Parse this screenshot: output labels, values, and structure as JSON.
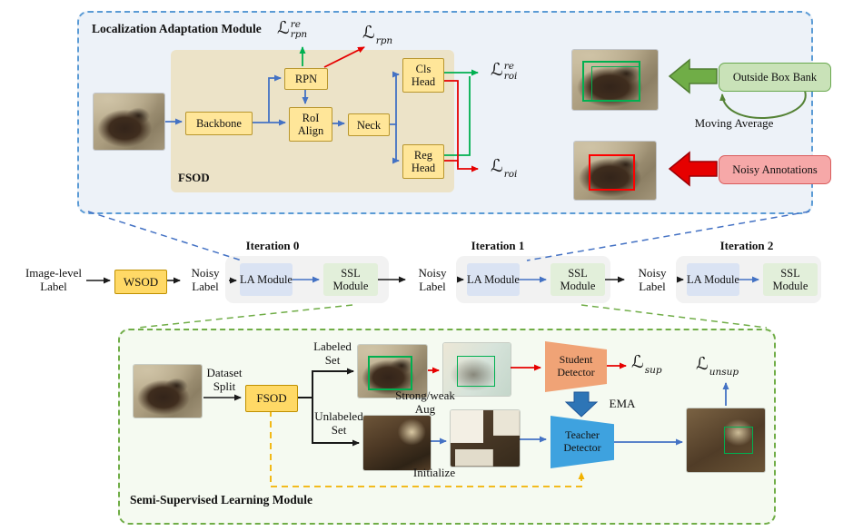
{
  "colors": {
    "arrow_blue": "#4472c4",
    "arrow_red": "#e60000",
    "arrow_green": "#00b050",
    "arrow_black": "#1a1a1a",
    "arrow_orange": "#f2b200",
    "panel_blue_border": "#5b9bd5",
    "panel_green_border": "#70ad47",
    "node_yellow": "#ffe699",
    "box_yellow": "#ffd966",
    "la_fill": "#dae3f3",
    "ssl_fill": "#e2efda",
    "bank_fill": "#c9e2b8",
    "noisy_fill": "#f6a8a8",
    "student_fill": "#f0a376",
    "teacher_fill": "#3ea2df"
  },
  "top_panel": {
    "title": "Localization Adaptation Module",
    "fsod_label": "FSOD",
    "nodes": {
      "backbone": "Backbone",
      "rpn": "RPN",
      "roi_align": "RoI Align",
      "neck": "Neck",
      "cls_head": "Cls Head",
      "reg_head": "Reg Head"
    },
    "losses": {
      "rpn_re": {
        "base": "ℒ",
        "sup": "re",
        "sub": "rpn"
      },
      "rpn": {
        "base": "ℒ",
        "sub": "rpn"
      },
      "roi_re": {
        "base": "ℒ",
        "sup": "re",
        "sub": "roi"
      },
      "roi": {
        "base": "ℒ",
        "sub": "roi"
      }
    },
    "outside_box_bank": "Outside Box Bank",
    "moving_average": "Moving Average",
    "noisy_annotations": "Noisy Annotations"
  },
  "pipeline": {
    "input_label": "Image-level Label",
    "wsod": "WSOD",
    "noisy_labels": [
      "Noisy Label",
      "Noisy Label",
      "Noisy Label"
    ],
    "iterations": [
      {
        "title": "Iteration 0",
        "la": "LA Module",
        "ssl": "SSL Module"
      },
      {
        "title": "Iteration 1",
        "la": "LA Module",
        "ssl": "SSL Module"
      },
      {
        "title": "Iteration 2",
        "la": "LA Module",
        "ssl": "SSL Module"
      }
    ]
  },
  "bottom_panel": {
    "title": "Semi-Supervised Learning Module",
    "dataset_split": "Dataset Split",
    "fsod": "FSOD",
    "labeled_set": "Labeled Set",
    "unlabeled_set": "Unlabeled Set",
    "strong_weak_aug": "Strong/weak Aug",
    "student_detector": "Student Detector",
    "teacher_detector": "Teacher Detector",
    "ema": "EMA",
    "initialize": "Initialize",
    "losses": {
      "sup": {
        "base": "ℒ",
        "sub": "sup"
      },
      "unsup": {
        "base": "ℒ",
        "sub": "unsup"
      }
    }
  }
}
